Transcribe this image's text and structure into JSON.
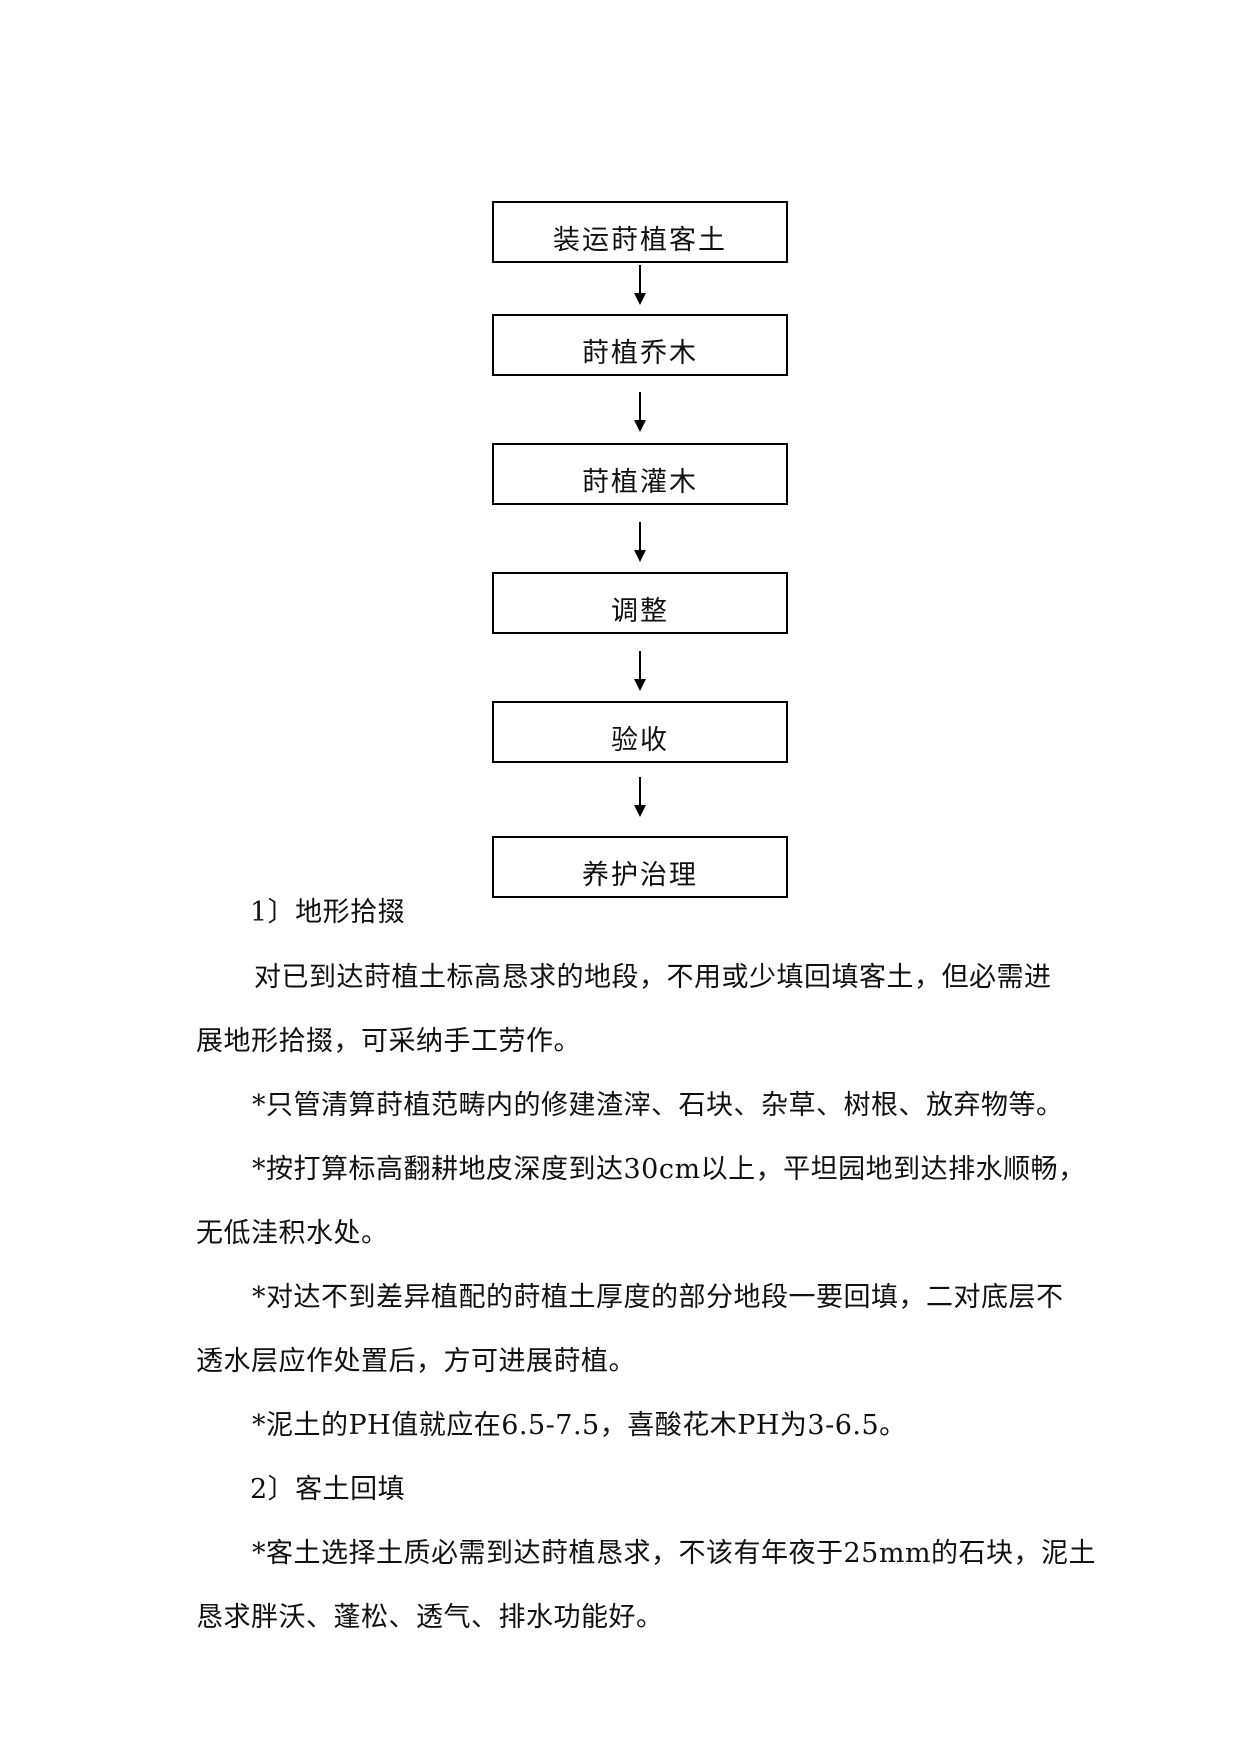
{
  "flowchart": {
    "steps": [
      {
        "label": "装运莳植客土"
      },
      {
        "label": "莳植乔木"
      },
      {
        "label": "莳植灌木"
      },
      {
        "label": "调整"
      },
      {
        "label": "验收"
      },
      {
        "label": "养护治理"
      }
    ]
  },
  "body": {
    "lines": [
      "1〕地形拾掇",
      "对已到达莳植土标高恳求的地段，不用或少填回填客土，但必需进",
      "展地形拾掇，可采纳手工劳作。",
      "*只管清算莳植范畴内的修建渣滓、石块、杂草、树根、放弃物等。",
      "*按打算标高翻耕地皮深度到达30cm以上，平坦园地到达排水顺畅，",
      "无低洼积水处。",
      "*对达不到差异植配的莳植土厚度的部分地段一要回填，二对底层不",
      "透水层应作处置后，方可进展莳植。",
      "*泥土的PH值就应在6.5-7.5，喜酸花木PH为3-6.5。",
      "2〕客土回填",
      "*客土选择土质必需到达莳植恳求，不该有年夜于25mm的石块，泥土",
      "恳求胖沃、蓬松、透气、排水功能好。"
    ]
  }
}
